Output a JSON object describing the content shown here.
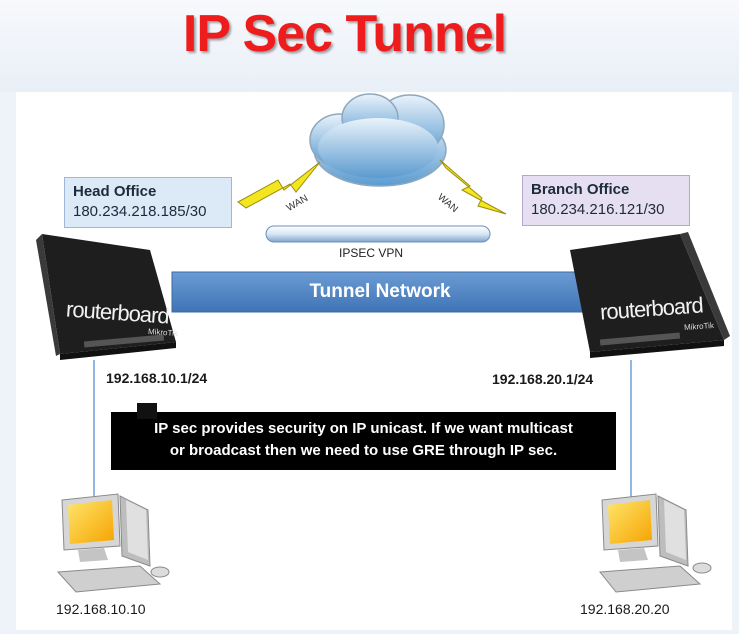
{
  "title": "IP Sec Tunnel",
  "head_office": {
    "name": "Head Office",
    "wan_ip": "180.234.218.185/30",
    "lan_ip": "192.168.10.1/24",
    "pc_ip": "192.168.10.10"
  },
  "branch_office": {
    "name": "Branch Office",
    "wan_ip": "180.234.216.121/30",
    "lan_ip": "192.168.20.1/24",
    "pc_ip": "192.168.20.20"
  },
  "links": {
    "wan_left": "WAN",
    "wan_right": "WAN",
    "ipsec_vpn": "IPSEC VPN",
    "tunnel_network": "Tunnel Network"
  },
  "router": {
    "label": "routerboard",
    "brand": "MikroTik"
  },
  "note": {
    "line1": "IP sec provides security on IP unicast. If we want multicast",
    "line2": "or broadcast then we need to use GRE through IP sec."
  },
  "colors": {
    "title": "#ee1c1c",
    "tunnel": "#4f86c6",
    "head_box": "#dce9f7",
    "branch_box": "#e6dff2",
    "lightning": "#f4e61e"
  },
  "icons": [
    "cloud-icon",
    "lightning-icon",
    "router-icon",
    "computer-icon"
  ]
}
